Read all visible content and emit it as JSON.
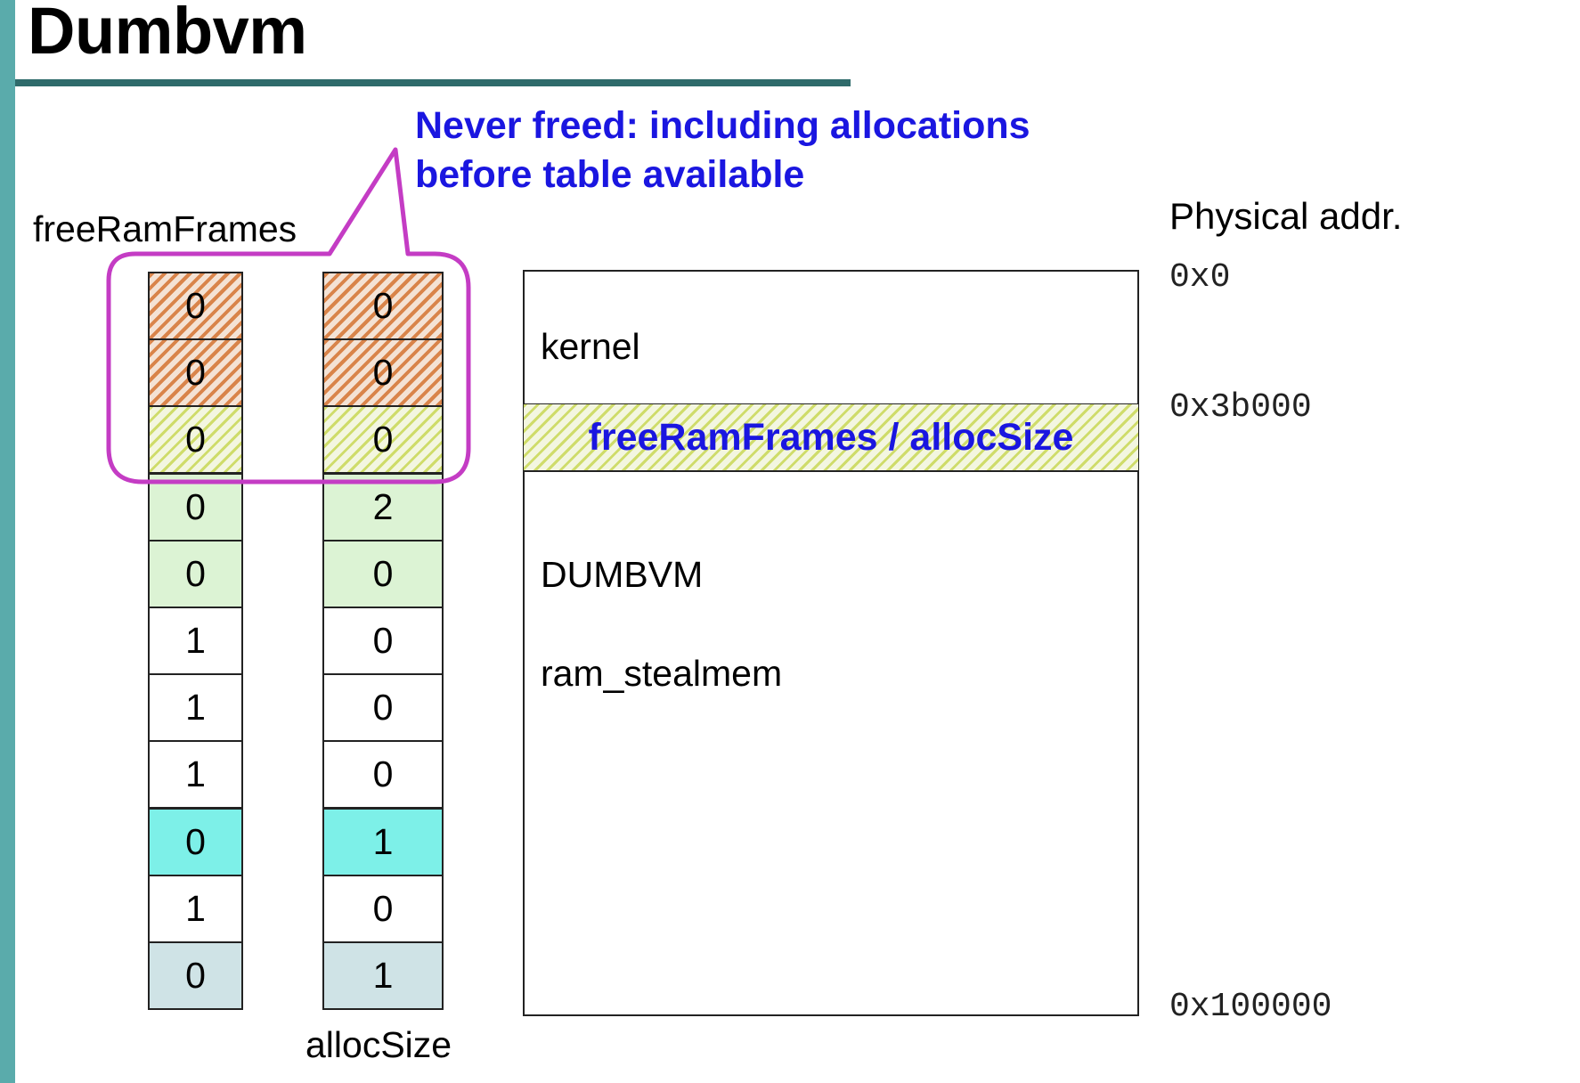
{
  "title": "Dumbvm",
  "callout": {
    "line1": "Never freed: including allocations",
    "line2": "before table available"
  },
  "free_ram_frames": {
    "label": "freeRamFrames",
    "values": [
      "0",
      "0",
      "0",
      "0",
      "0",
      "1",
      "1",
      "1",
      "0",
      "1",
      "0"
    ]
  },
  "alloc_size": {
    "label": "allocSize",
    "values": [
      "0",
      "0",
      "0",
      "2",
      "0",
      "0",
      "0",
      "0",
      "1",
      "0",
      "1"
    ]
  },
  "cell_fills": [
    "hatch-orange",
    "hatch-orange",
    "hatch-yellow",
    "light-green",
    "light-green",
    "white",
    "white",
    "white",
    "cyan",
    "white",
    "light-blue"
  ],
  "fill_colors": {
    "light-green": "#dcf3d4",
    "white": "#ffffff",
    "cyan": "#7df0e8",
    "light-blue": "#cfe3e6",
    "hatch-orange": "#d9844a",
    "hatch-yellow": "#cfdc6a",
    "callout-border": "#c43cc4",
    "callout-text": "#1a16e0"
  },
  "memory": {
    "header": "Physical addr.",
    "kernel_label": "kernel",
    "table_label": "freeRamFrames / allocSize",
    "dumbvm_label": "DUMBVM",
    "stealmem_label": "ram_stealmem",
    "addresses": [
      "0x0",
      "0x3b000",
      "0x100000"
    ]
  }
}
